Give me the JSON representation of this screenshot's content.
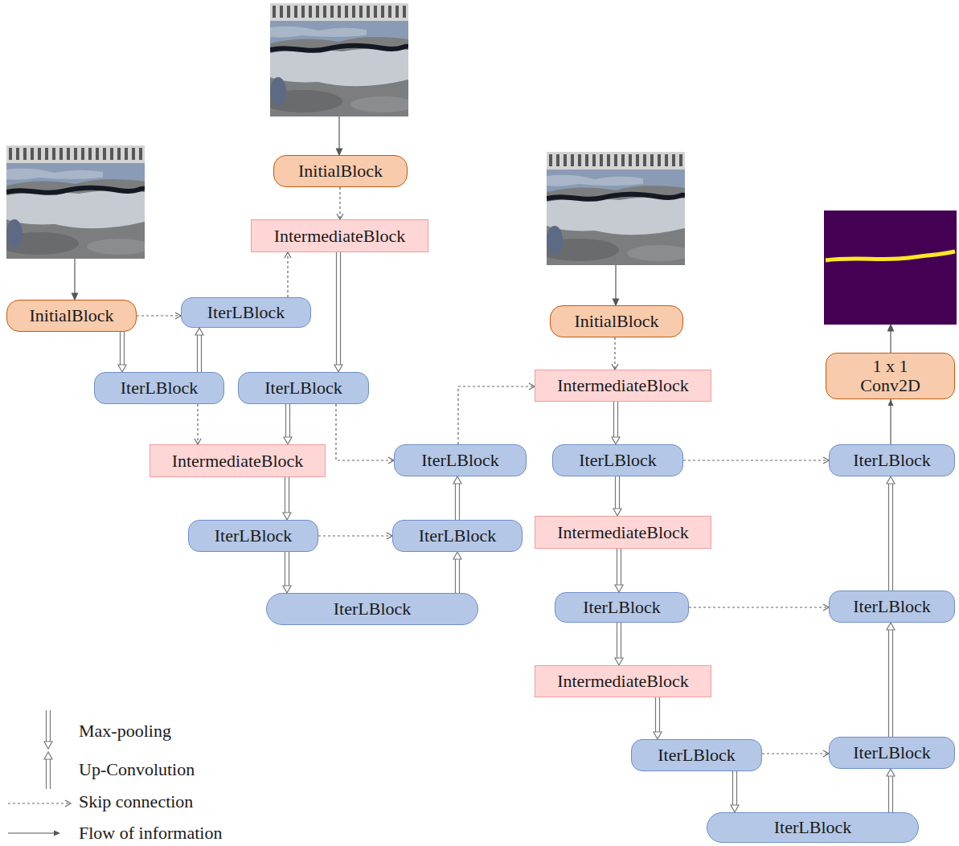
{
  "diagram": {
    "nodes": [
      {
        "text": [
          "InitialBlock"
        ]
      },
      {
        "text": [
          "IntermediateBlock"
        ]
      },
      {
        "text": [
          "InitialBlock"
        ]
      },
      {
        "text": [
          "IterLBlock"
        ]
      },
      {
        "text": [
          "InitialBlock"
        ]
      },
      {
        "text": [
          "1 x 1 Conv2D"
        ]
      },
      {
        "text": [
          "IntermediateBlock"
        ]
      },
      {
        "text": [
          "IterLBlock"
        ]
      },
      {
        "text": [
          "IterLBlock"
        ]
      },
      {
        "text": [
          "IntermediateBlock"
        ]
      },
      {
        "text": [
          "IterLBlock"
        ]
      },
      {
        "text": [
          "IterLBlock"
        ]
      },
      {
        "text": [
          "IterLBlock"
        ]
      },
      {
        "text": [
          "IntermediateBlock"
        ]
      },
      {
        "text": [
          "IterLBlock"
        ]
      },
      {
        "text": [
          "IterLBlock"
        ]
      },
      {
        "text": [
          "IterLBlock"
        ]
      },
      {
        "text": [
          "IterLBlock"
        ]
      },
      {
        "text": [
          "IterLBlock"
        ]
      },
      {
        "text": [
          "IntermediateBlock"
        ]
      },
      {
        "text": [
          "IterLBlock"
        ]
      },
      {
        "text": [
          "IterLBlock"
        ]
      },
      {
        "text": [
          "IterLBlock"
        ]
      }
    ],
    "edges": [
      {
        "from": 0,
        "to": 1,
        "arrow": "to"
      },
      {
        "from": 1,
        "to": 8,
        "arrow": "to"
      },
      {
        "from": 2,
        "to": 3,
        "arrow": "to"
      },
      {
        "from": 2,
        "to": 7,
        "arrow": "to"
      },
      {
        "from": 7,
        "to": 3,
        "arrow": "to"
      },
      {
        "from": 3,
        "to": 1,
        "arrow": "to"
      },
      {
        "from": 7,
        "to": 9,
        "arrow": "to"
      },
      {
        "from": 8,
        "to": 9,
        "arrow": "to"
      },
      {
        "from": 8,
        "to": 10,
        "arrow": "to"
      },
      {
        "from": 9,
        "to": 14,
        "arrow": "to"
      },
      {
        "from": 14,
        "to": 15,
        "arrow": "to"
      },
      {
        "from": 14,
        "to": 16,
        "arrow": "to"
      },
      {
        "from": 16,
        "to": 15,
        "arrow": "to"
      },
      {
        "from": 15,
        "to": 10,
        "arrow": "to"
      },
      {
        "from": 10,
        "to": 6,
        "arrow": "to"
      },
      {
        "from": 4,
        "to": 6,
        "arrow": "to"
      },
      {
        "from": 6,
        "to": 11,
        "arrow": "to"
      },
      {
        "from": 11,
        "to": 12,
        "arrow": "to"
      },
      {
        "from": 11,
        "to": 13,
        "arrow": "to"
      },
      {
        "from": 13,
        "to": 17,
        "arrow": "to"
      },
      {
        "from": 17,
        "to": 18,
        "arrow": "to"
      },
      {
        "from": 17,
        "to": 19,
        "arrow": "to"
      },
      {
        "from": 19,
        "to": 20,
        "arrow": "to"
      },
      {
        "from": 20,
        "to": 21,
        "arrow": "to"
      },
      {
        "from": 20,
        "to": 22,
        "arrow": "to"
      },
      {
        "from": 22,
        "to": 21,
        "arrow": "to"
      },
      {
        "from": 21,
        "to": 18,
        "arrow": "to"
      },
      {
        "from": 18,
        "to": 12,
        "arrow": "to"
      },
      {
        "from": 12,
        "to": 5,
        "arrow": "to"
      }
    ],
    "legend": [
      {
        "text": "Max-pooling"
      },
      {
        "text": "Up-Convolution"
      },
      {
        "text": "Skip connection"
      },
      {
        "text": "Flow of information"
      }
    ]
  }
}
